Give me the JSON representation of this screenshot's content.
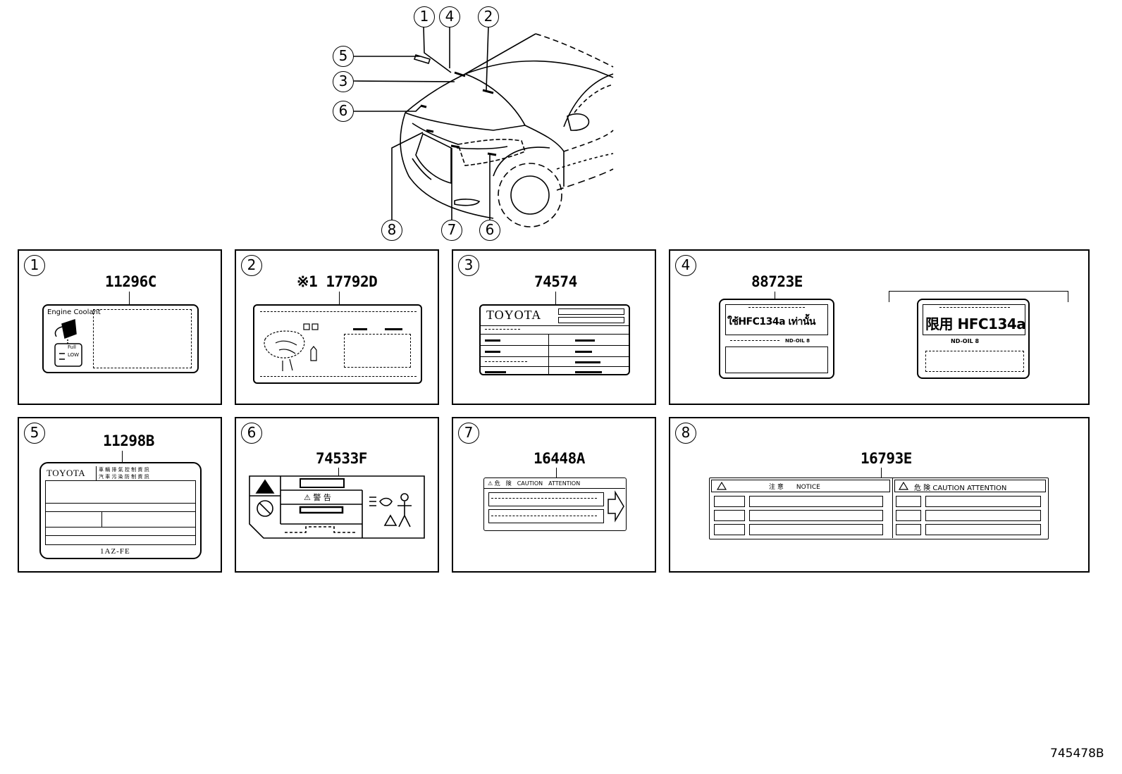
{
  "diagram": {
    "callouts": [
      "1",
      "4",
      "2",
      "5",
      "3",
      "6",
      "8",
      "7",
      "6"
    ],
    "doc_code": "745478B"
  },
  "panels": [
    {
      "num": "1",
      "part": "11296C",
      "text": "Engine Coolant",
      "legend": [
        "Full",
        "LOW"
      ]
    },
    {
      "num": "2",
      "part": "※1 17792D"
    },
    {
      "num": "3",
      "part": "74574",
      "brand": "TOYOTA"
    },
    {
      "num": "4",
      "part": "88723E",
      "main_a": "ใช้HFC134a เท่านั้น",
      "sub_a": "ND-OIL 8",
      "main_b": "限用 HFC134a",
      "sub_b": "ND-OIL 8"
    },
    {
      "num": "5",
      "part": "11298B",
      "brand": "TOYOTA",
      "row1": "車 輛 排 氣 控 制 資 訊",
      "row2": "汽 車 污 染 防 制 資 訊",
      "engine": "1AZ-FE"
    },
    {
      "num": "6",
      "part": "74533F",
      "warn": "⚠ 警 告"
    },
    {
      "num": "7",
      "part": "16448A",
      "header": "⚠ 危　険　CAUTION　ATTENTION"
    },
    {
      "num": "8",
      "part": "16793E",
      "header_left": "注 意　　NOTICE",
      "header_right": "危 険  CAUTION  ATTENTION"
    }
  ]
}
